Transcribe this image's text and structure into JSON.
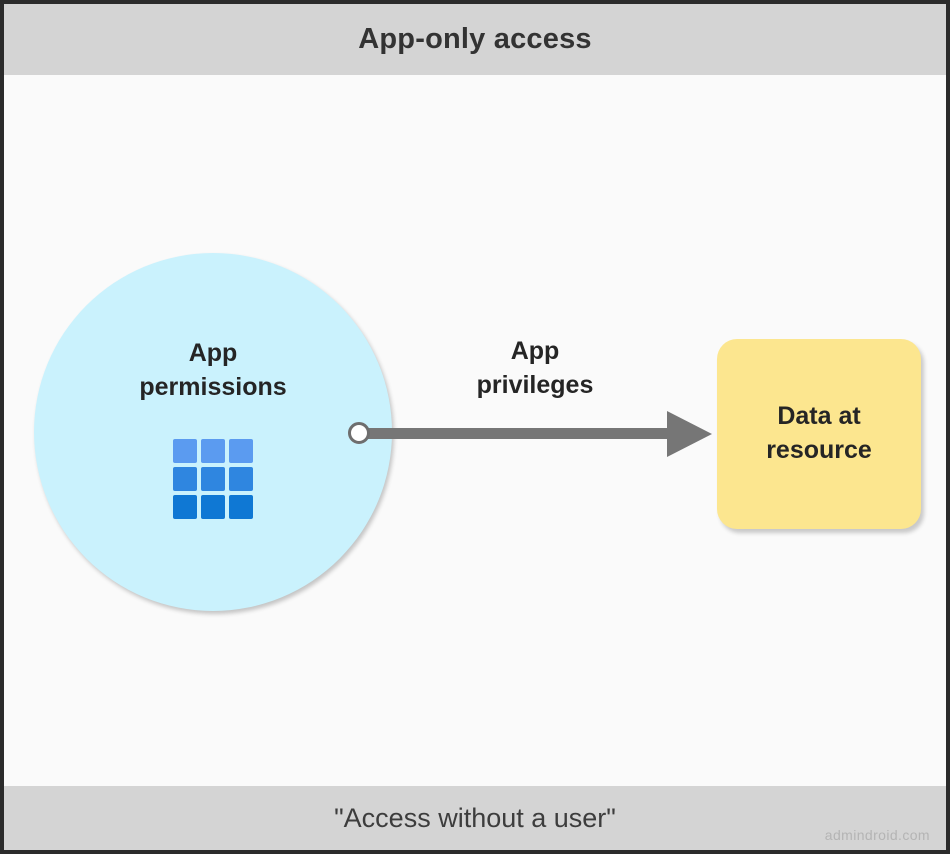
{
  "header": {
    "title": "App-only access"
  },
  "footer": {
    "caption": "\"Access without a user\"",
    "watermark": "admindroid.com"
  },
  "diagram": {
    "type": "flow",
    "nodes": [
      {
        "id": "app-permissions",
        "shape": "circle",
        "label": "App\npermissions",
        "icon": "grid-3x3-icon",
        "fill": "#caf2fd"
      },
      {
        "id": "data-at-resource",
        "shape": "rounded-rect",
        "label": "Data at\nresource",
        "fill": "#fce68f"
      }
    ],
    "edges": [
      {
        "id": "app-privileges",
        "from": "app-permissions",
        "to": "data-at-resource",
        "label": "App\nprivileges",
        "color": "#767676",
        "arrowhead": "right"
      }
    ],
    "colors": {
      "band": "#d4d4d4",
      "canvas": "#fafafa",
      "border": "#2b2b2b",
      "text": "#252525",
      "arrow": "#767676",
      "circle_fill": "#caf2fd",
      "box_fill": "#fce68f",
      "grid_icon_row1": "#5b9bf0",
      "grid_icon_row2": "#2f86e0",
      "grid_icon_row3": "#0f78d4"
    }
  }
}
